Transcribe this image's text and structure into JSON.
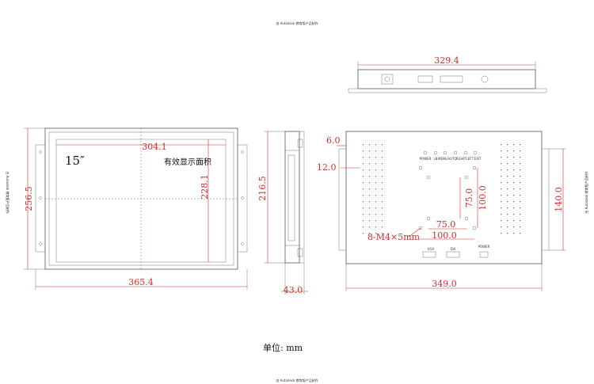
{
  "header_note": "由 Autodesk 教育版产品制作",
  "side_note": "由 Autodesk 教育版产品制作",
  "footer_note": "由 Autodesk 教育版产品制作",
  "front_view": {
    "size_label": "15″",
    "area_label": "有效显示面积",
    "active_width": "304.1",
    "active_height": "228.1",
    "outer_width": "365.4",
    "outer_height": "256.5"
  },
  "side_view": {
    "height": "216.5",
    "depth": "43.0"
  },
  "top_view": {
    "width": "329.4"
  },
  "back_view": {
    "offset_top": "6.0",
    "offset_left": "12.0",
    "vesa_v75": "75.0",
    "vesa_v100": "100.0",
    "vesa_h75": "75.0",
    "vesa_h100": "100.0",
    "screw_label": "8-M4×5mm",
    "bracket_height": "140.0",
    "back_width": "349.0",
    "button_labels": [
      "POWER",
      "LB",
      "MENU",
      "AUTO",
      "RIGHT",
      "LEFT",
      "EXIT"
    ],
    "port_labels": [
      "VGA",
      "DVI",
      "POWER"
    ]
  },
  "unit_label": "单位: mm",
  "colors": {
    "dimension": "#d32a2a",
    "outline": "#555555",
    "centerline": "#3a9a3a"
  }
}
